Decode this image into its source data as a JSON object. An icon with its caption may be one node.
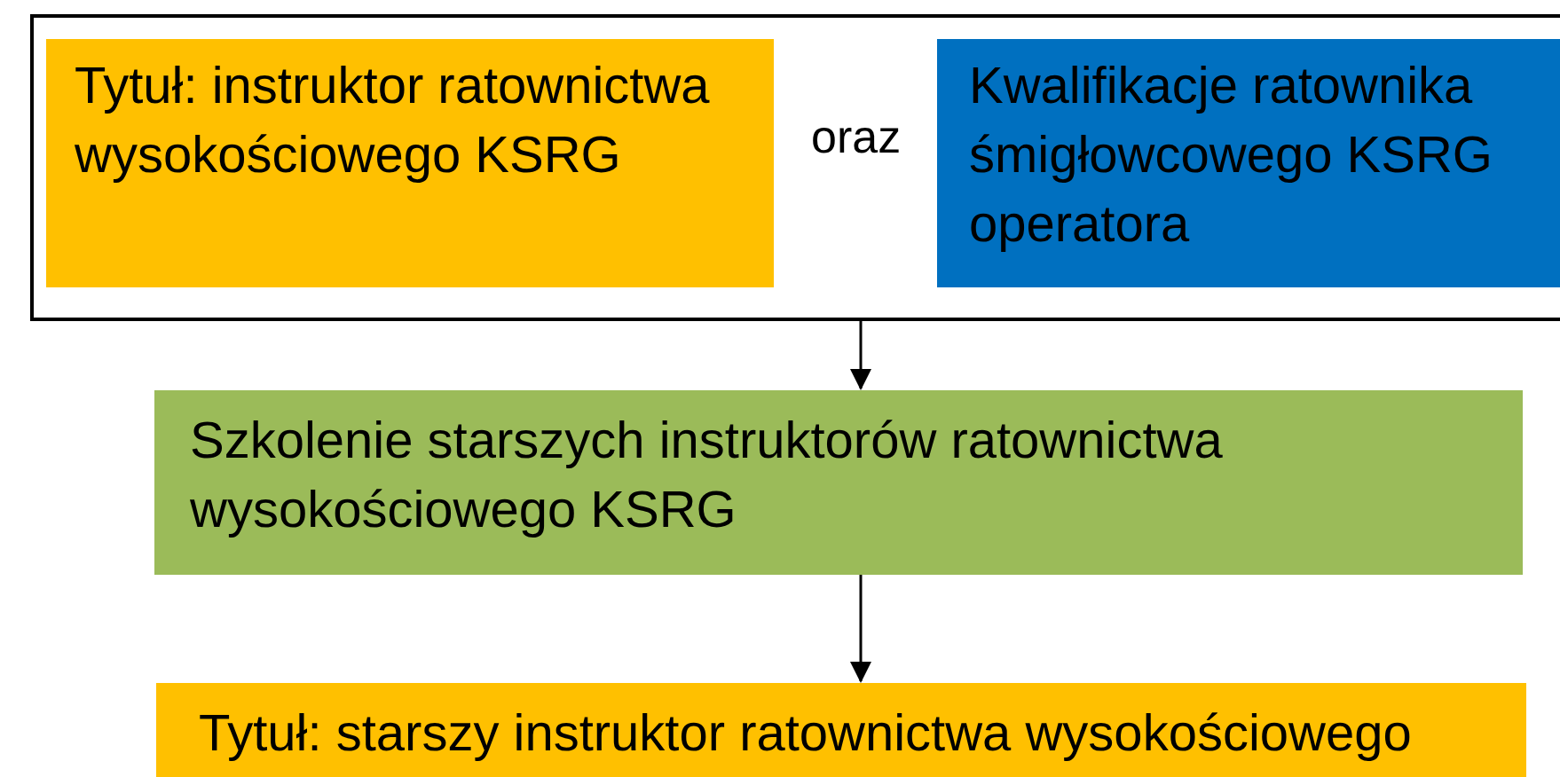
{
  "diagram": {
    "nodes": [
      {
        "text": [],
        "shape": "box"
      },
      {
        "text": [
          "Tytuł: instruktor ratownictwa wysokościowego KSRG"
        ],
        "in": 0
      },
      {
        "text": [
          "Kwalifikacje ratownika śmigłowcowego KSRG operatora"
        ],
        "in": 0
      },
      {
        "text": [
          "Szkolenie starszych instruktorów ratownictwa wysokościowego KSRG"
        ]
      },
      {
        "text": [
          "Tytuł: starszy instruktor ratownictwa wysokościowego"
        ]
      }
    ],
    "edges": [
      {
        "from": 0,
        "to": 3,
        "arrow": "to"
      },
      {
        "from": 3,
        "to": 4,
        "arrow": "to"
      }
    ],
    "labels": [
      "oraz"
    ]
  }
}
